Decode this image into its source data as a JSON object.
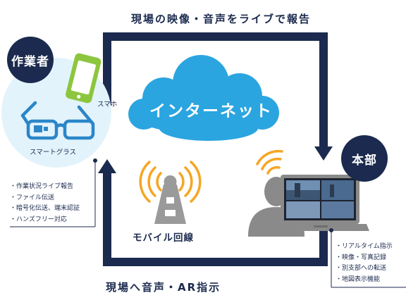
{
  "top_caption": "現場の映像・音声をライブで報告",
  "bottom_caption": "現場へ音声・AR指示",
  "worker": {
    "label": "作業者",
    "smartphone_label": "スマホ",
    "glasses_label": "スマートグラス",
    "features": [
      "作業状況ライブ報告",
      "ファイル伝送",
      "暗号化伝送、端末認証",
      "ハンズフリー対応"
    ]
  },
  "internet": {
    "label": "インターネット"
  },
  "tower": {
    "label": "モバイル回線"
  },
  "hq": {
    "label": "本部",
    "features": [
      "リアルタイム指示",
      "映像・写真記録",
      "別支部への転送",
      "地図表示機能"
    ]
  },
  "colors": {
    "navy": "#1b2a4e",
    "cloud_blue": "#2aa5e0",
    "worker_bg": "#e3f3fc",
    "phone_green": "#8cc63e",
    "glasses_blue": "#2b86c8",
    "signal_orange": "#f5a623",
    "person_gray": "#8a8a8a"
  },
  "icons": [
    "smartphone-icon",
    "smart-glasses-icon",
    "cloud-icon",
    "antenna-tower-icon",
    "person-icon",
    "laptop-icon",
    "signal-waves-icon"
  ]
}
